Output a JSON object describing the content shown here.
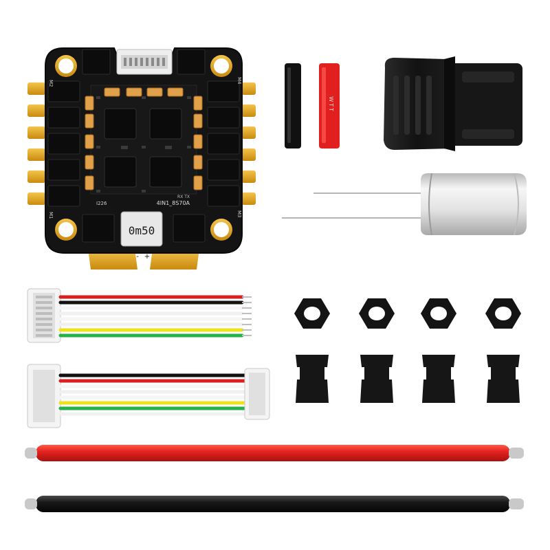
{
  "product": {
    "esc_board": {
      "shunt_marking": "0m50",
      "model_marking": "4IN1_8S70A",
      "batch_marking": "I226",
      "motor_labels": [
        "M1",
        "M2",
        "M3",
        "M4"
      ],
      "pad_signs": [
        "-",
        "+"
      ],
      "small_marking": "RX  TX"
    },
    "heat_shrink": {
      "colors": [
        "#111111",
        "#e21f1f"
      ],
      "print": "WTT"
    }
  },
  "colors": {
    "pcb": "#141414",
    "gold": "#e3a41a",
    "red_wire": "#e52320",
    "black_wire": "#151515",
    "capacitor": "#e8e8e8"
  },
  "parts": [
    "esc-board",
    "heat-shrink-tubes",
    "xt-power-connector",
    "electrolytic-capacitor",
    "signal-cables",
    "hex-nuts",
    "rubber-grommets",
    "power-wires"
  ]
}
